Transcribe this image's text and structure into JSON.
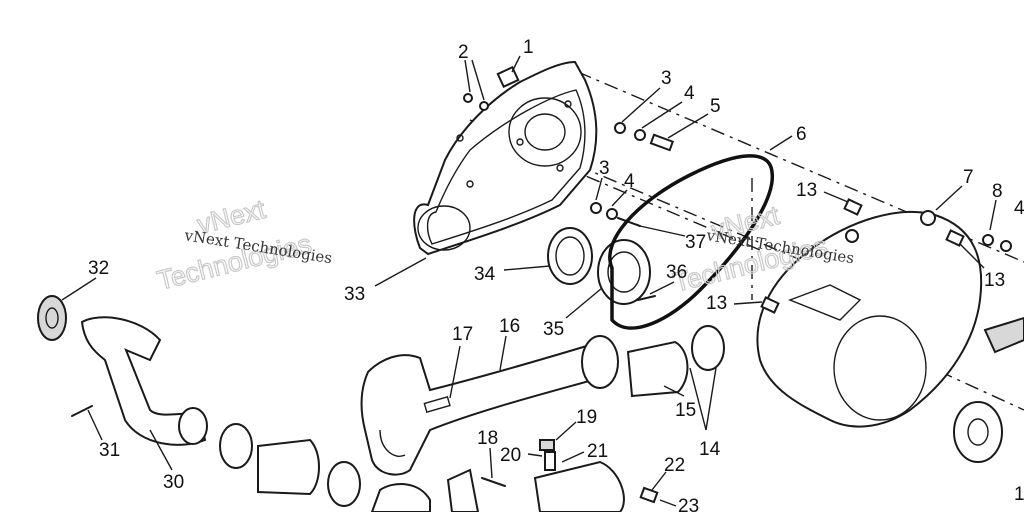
{
  "watermark": {
    "small_text": "vNext Technologies",
    "outline_word_1": "vNext",
    "outline_word_2": "Technologies"
  },
  "callouts": [
    "1",
    "2",
    "3",
    "4",
    "5",
    "6",
    "3",
    "4",
    "37",
    "7",
    "8",
    "4",
    "13",
    "13",
    "13",
    "32",
    "33",
    "34",
    "35",
    "36",
    "17",
    "16",
    "15",
    "14",
    "31",
    "30",
    "18",
    "19",
    "20",
    "21",
    "22",
    "23",
    "1"
  ]
}
